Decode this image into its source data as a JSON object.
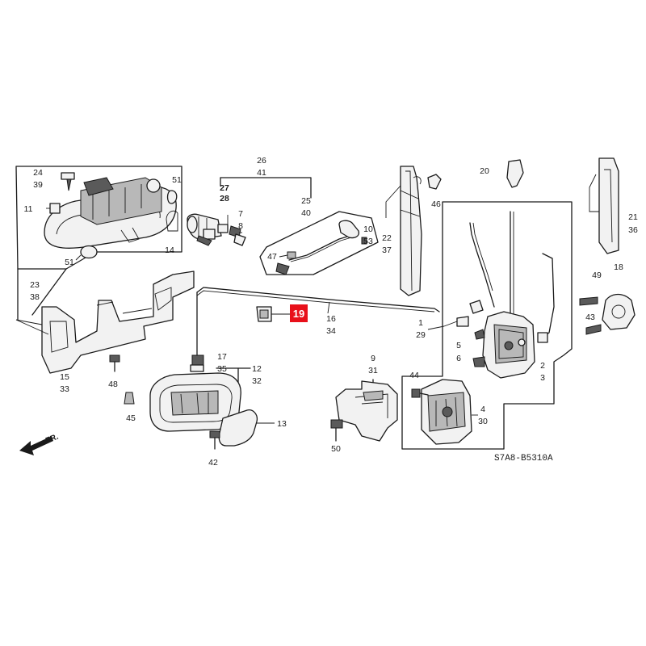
{
  "diagram_code": "S7A8-B5310A",
  "front_marker": "FR.",
  "highlight": {
    "label": "19",
    "color": "#e8101a"
  },
  "callouts": {
    "c24": "24",
    "c39": "39",
    "c11": "11",
    "c51a": "51",
    "c14": "14",
    "c51b": "51",
    "c23": "23",
    "c38": "38",
    "c26": "26",
    "c41": "41",
    "c27": "27",
    "c28": "28",
    "c7": "7",
    "c8": "8",
    "c25": "25",
    "c40": "40",
    "c10": "10",
    "c53": "53",
    "c47": "47",
    "c22": "22",
    "c37": "37",
    "c46": "46",
    "c20": "20",
    "c21": "21",
    "c36": "36",
    "c49": "49",
    "c18": "18",
    "c43": "43",
    "c15": "15",
    "c33": "33",
    "c48": "48",
    "c45": "45",
    "c17": "17",
    "c35": "35",
    "c12": "12",
    "c32": "32",
    "c13": "13",
    "c42": "42",
    "c16": "16",
    "c34": "34",
    "c1": "1",
    "c29": "29",
    "c5": "5",
    "c6": "6",
    "c2": "2",
    "c3": "3",
    "c9": "9",
    "c31": "31",
    "c44": "44",
    "c4": "4",
    "c30": "30",
    "c50": "50"
  }
}
